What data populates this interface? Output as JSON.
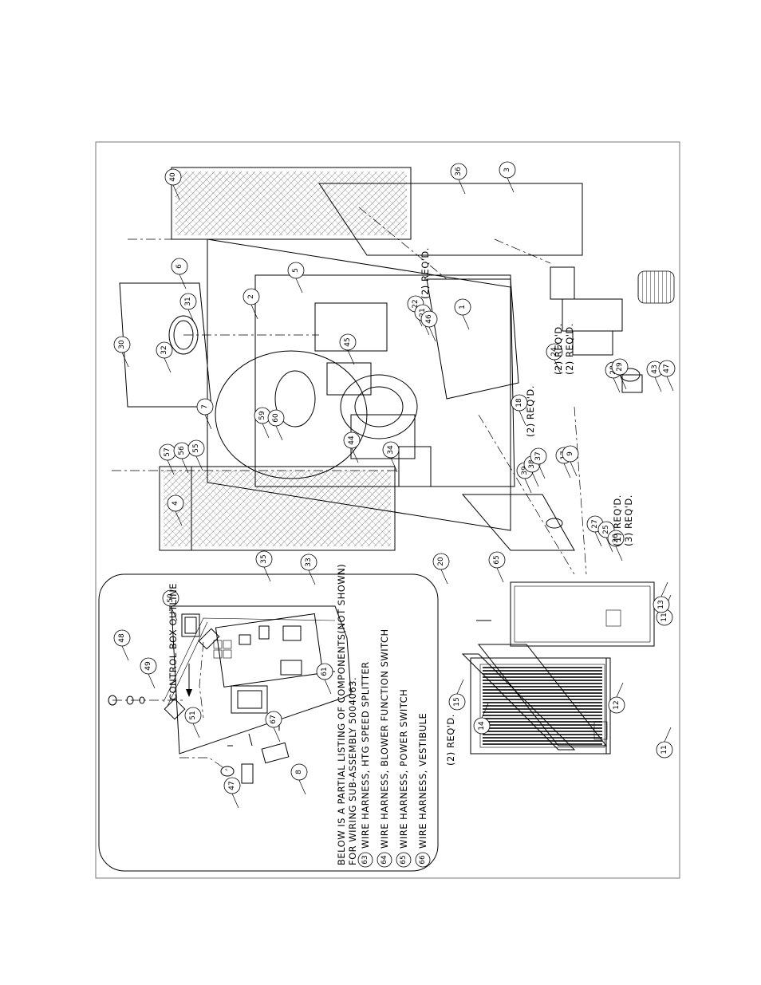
{
  "control_box": {
    "outline_label": "CONTROL BOX OUTLINE",
    "note_lines": [
      "BELOW IS A PARTIAL LISTING OF COMPONENTS(NOT SHOWN)",
      "FOR WIRING SUB-ASSEMBLY 5004063."
    ],
    "harness_items": [
      {
        "num": "63",
        "text": "WIRE HARNESS, HTG SPEED SPLITTER"
      },
      {
        "num": "64",
        "text": "WIRE HARNESS, BLOWER FUNCTION SWITCH"
      },
      {
        "num": "65",
        "text": "WIRE HARNESS, POWER SWITCH"
      },
      {
        "num": "66",
        "text": "WIRE HARNESS, VESTIBULE"
      }
    ],
    "callouts": [
      "48",
      "49",
      "50",
      "51",
      "47",
      "8",
      "67",
      "61"
    ]
  },
  "panels_group": {
    "qty_label": "(2) REQ'D.",
    "callouts": [
      "15",
      "14",
      "12",
      "11",
      "11",
      "13"
    ]
  },
  "main_assembly": {
    "callouts": [
      "40",
      "3",
      "36",
      "6",
      "31",
      "30",
      "32",
      "2",
      "5",
      "7",
      "57",
      "56",
      "55",
      "59",
      "60",
      "4",
      "35",
      "33",
      "44",
      "34",
      "45",
      "22",
      "21",
      "46",
      "1",
      "18",
      "39",
      "38",
      "37",
      "17",
      "9",
      "20",
      "65",
      "24",
      "28",
      "29",
      "43",
      "47",
      "27",
      "25",
      "26"
    ],
    "qty_labels": {
      "q1": "(2) REQ'D.",
      "q2": "(2) REQ'D.",
      "q3": "(2) REQ'D.",
      "q4": "(2) REQ'D.",
      "q5": "(1) REQ'D.",
      "q6": "(3) REQ'D."
    }
  }
}
